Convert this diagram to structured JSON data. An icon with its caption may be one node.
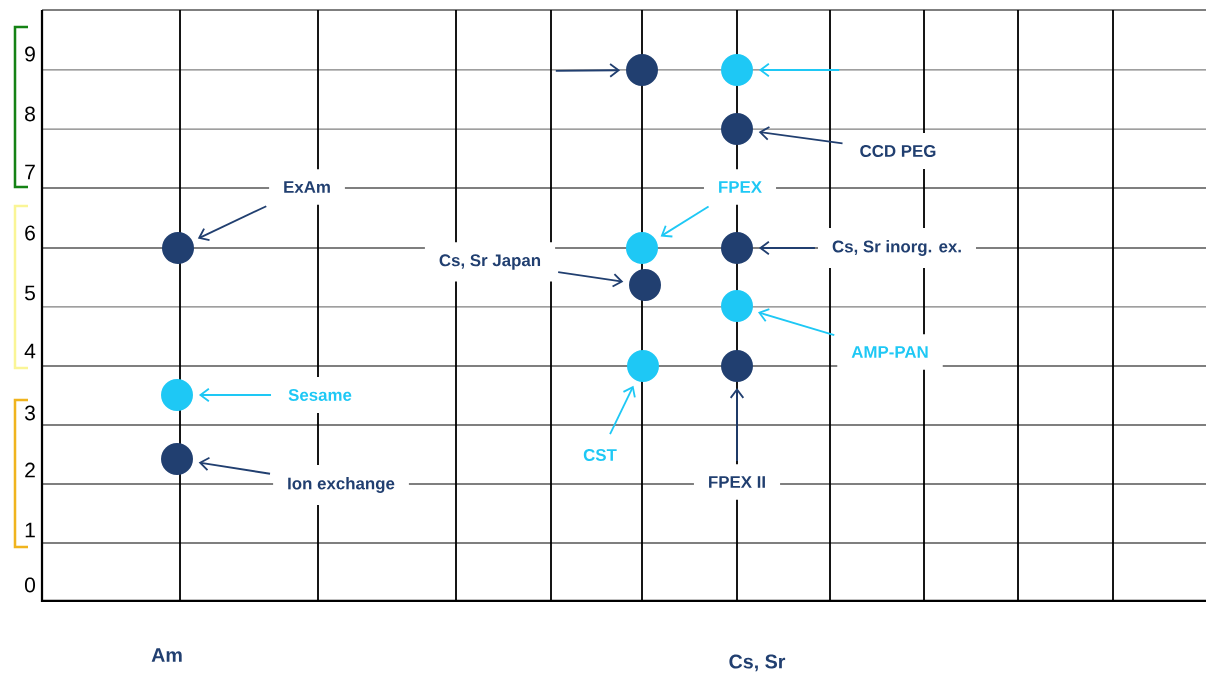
{
  "diagram": {
    "nodes": [
      {
        "text": [],
        "shape": "circle"
      },
      {
        "text": [],
        "shape": "circle"
      },
      {
        "text": [],
        "shape": "circle"
      },
      {
        "text": [
          "CCD PEG"
        ]
      },
      {
        "text": [
          "ExAm"
        ]
      },
      {
        "text": [
          "FPEX"
        ]
      },
      {
        "text": [],
        "shape": "circle"
      },
      {
        "text": [
          "Cs, Sr Japan"
        ]
      },
      {
        "text": [],
        "shape": "circle"
      },
      {
        "text": [],
        "shape": "circle"
      },
      {
        "text": [
          "Cs, Sr inorg. ex."
        ]
      },
      {
        "text": [],
        "shape": "circle"
      },
      {
        "text": [],
        "shape": "circle"
      },
      {
        "text": [
          "AMP-PAN"
        ]
      },
      {
        "text": [],
        "shape": "circle"
      },
      {
        "text": [
          "Sesame"
        ]
      },
      {
        "text": [],
        "shape": "circle"
      },
      {
        "text": [],
        "shape": "circle"
      },
      {
        "text": [
          "CST"
        ]
      },
      {
        "text": [],
        "shape": "circle"
      },
      {
        "text": [
          "Ion exchange"
        ]
      },
      {
        "text": [
          "FPEX II"
        ]
      }
    ],
    "edges": [
      {
        "from": null,
        "to": 0,
        "arrow": "to"
      },
      {
        "from": null,
        "to": 1,
        "arrow": "to",
        "color": "#1ec8f5"
      },
      {
        "from": 3,
        "to": 2,
        "arrow": "to"
      },
      {
        "from": 4,
        "to": 6,
        "arrow": "to"
      },
      {
        "from": 5,
        "to": 8,
        "arrow": "to",
        "color": "#1ec8f5"
      },
      {
        "from": 7,
        "to": 11,
        "arrow": "to"
      },
      {
        "from": 10,
        "to": 9,
        "arrow": "to"
      },
      {
        "from": 13,
        "to": 12,
        "arrow": "to",
        "color": "#1ec8f5"
      },
      {
        "from": 15,
        "to": 14,
        "arrow": "to",
        "color": "#1ec8f5"
      },
      {
        "from": 18,
        "to": 16,
        "arrow": "to",
        "color": "#1ec8f5"
      },
      {
        "from": 20,
        "to": 19,
        "arrow": "to"
      },
      {
        "from": 21,
        "to": 17,
        "arrow": "to"
      }
    ],
    "labels": [
      "9",
      "8",
      "7",
      "6",
      "5",
      "4",
      "3",
      "2",
      "1",
      "0",
      "Am",
      "Cs, Sr"
    ]
  }
}
